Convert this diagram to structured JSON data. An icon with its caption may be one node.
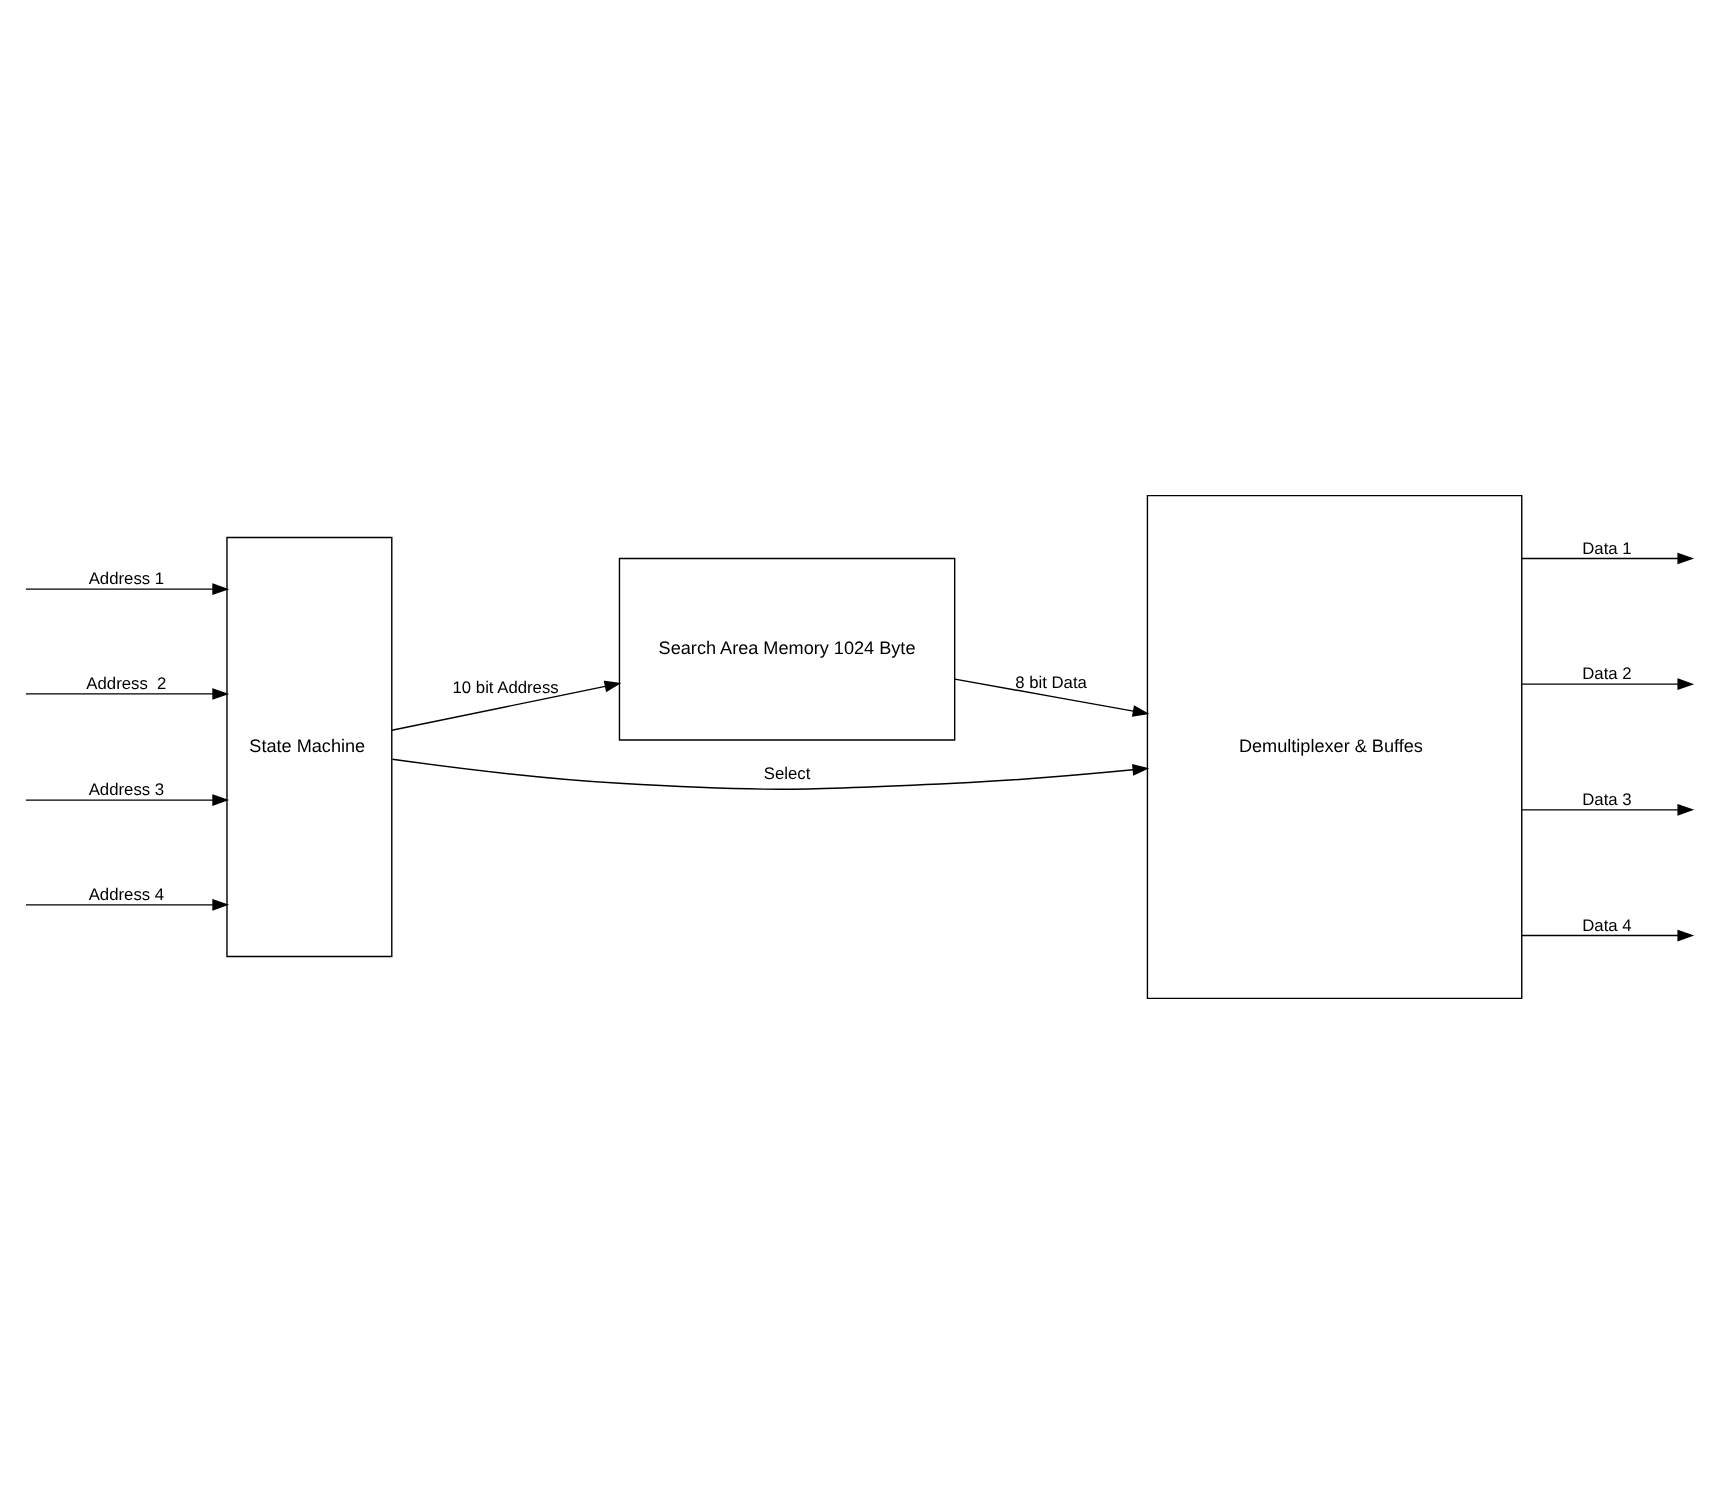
{
  "diagram": {
    "nodes": [
      {
        "text": [
          "State Machine"
        ]
      },
      {
        "text": [
          "Search Area Memory 1024 Byte"
        ]
      },
      {
        "text": [
          "Demultiplexer & Buffes"
        ]
      }
    ],
    "edges": [
      {
        "from": null,
        "to": 0,
        "arrow": "to",
        "label": "Address 1"
      },
      {
        "from": null,
        "to": 0,
        "arrow": "to",
        "label": "Address  2"
      },
      {
        "from": null,
        "to": 0,
        "arrow": "to",
        "label": "Address 3"
      },
      {
        "from": null,
        "to": 0,
        "arrow": "to",
        "label": "Address 4"
      },
      {
        "from": 0,
        "to": 1,
        "arrow": "to",
        "label": "10 bit Address"
      },
      {
        "from": 1,
        "to": 2,
        "arrow": "to",
        "label": "8 bit Data"
      },
      {
        "from": 0,
        "to": 2,
        "arrow": "to",
        "label": "Select"
      },
      {
        "from": 2,
        "to": null,
        "arrow": "to",
        "label": "Data 1"
      },
      {
        "from": 2,
        "to": null,
        "arrow": "to",
        "label": "Data 2"
      },
      {
        "from": 2,
        "to": null,
        "arrow": "to",
        "label": "Data 3"
      },
      {
        "from": 2,
        "to": null,
        "arrow": "to",
        "label": "Data 4"
      }
    ]
  }
}
